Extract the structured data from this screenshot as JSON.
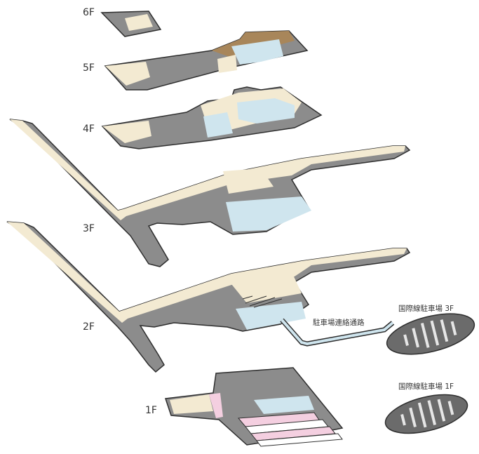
{
  "floors": [
    {
      "id": "6F",
      "label": "6F"
    },
    {
      "id": "5F",
      "label": "5F"
    },
    {
      "id": "4F",
      "label": "4F"
    },
    {
      "id": "3F",
      "label": "3F"
    },
    {
      "id": "2F",
      "label": "2F"
    },
    {
      "id": "1F",
      "label": "1F"
    }
  ],
  "places": {
    "parking_connector": "駐車場連絡通路",
    "intl_parking_3f": "国際線駐車場 3F",
    "intl_parking_1f": "国際線駐車場 1F"
  },
  "colors": {
    "area_gray": "#8c8c8c",
    "public_cream": "#f3ead2",
    "gate_blue": "#cfe5ee",
    "roof_brown": "#a8865a",
    "shop_pink": "#f4cfe0",
    "outline": "#2e2e2e",
    "parking_fill": "#6b6b6b",
    "parking_stripe": "#e6e6e6"
  }
}
